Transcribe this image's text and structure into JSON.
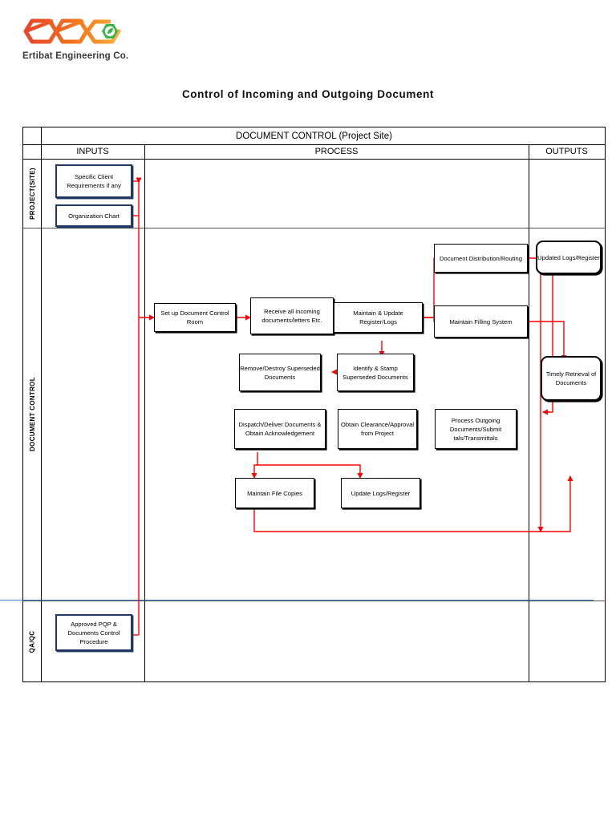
{
  "brand": {
    "company_name": "Ertibat Engineering Co.",
    "logo_colors": {
      "red": "#e8452a",
      "orange": "#f5821f",
      "amber": "#fbb040",
      "green": "#3ab54a"
    }
  },
  "page": {
    "title": "Control of Incoming and Outgoing Document"
  },
  "table": {
    "banner": "DOCUMENT CONTROL (Project Site)",
    "columns": [
      "INPUTS",
      "PROCESS",
      "OUTPUTS"
    ],
    "lanes": [
      "PROJECT(SITE)",
      "DOCUMENT CONTROL",
      "QA/QC"
    ]
  },
  "nodes": {
    "inputs": [
      {
        "id": "specific-client-requirements",
        "label": "Specific Client Requirements if any"
      },
      {
        "id": "organization-chart",
        "label": "Organization Chart"
      },
      {
        "id": "approved-pqp",
        "label": "Approved PQP & Documents Control Procedure"
      }
    ],
    "process": [
      {
        "id": "set-up-document-control-room",
        "label": "Set up Document Control Room"
      },
      {
        "id": "receive-all-incoming-documents",
        "label": "Receive all incoming documents/letters Etc."
      },
      {
        "id": "maintain-update-register-logs",
        "label": "Maintain & Update Register/Logs"
      },
      {
        "id": "document-distribution-routing",
        "label": "Document Distribution/Routing"
      },
      {
        "id": "maintain-filling-system",
        "label": "Maintain Filling System"
      },
      {
        "id": "identify-stamp-superseded",
        "label": "Identify & Stamp Superseded Documents"
      },
      {
        "id": "remove-destroy-superseded",
        "label": "Remove/Destroy Superseded Documents"
      },
      {
        "id": "process-outgoing-documents",
        "label": "Process Outgoing Documents/Submit tals/Transmittals"
      },
      {
        "id": "obtain-clearance-approval",
        "label": "Obtain Clearance/Approval from Project"
      },
      {
        "id": "dispatch-deliver-documents",
        "label": "Dispatch/Deliver Documents & Obtain Acknowledgement"
      },
      {
        "id": "maintain-file-copies",
        "label": "Maintain File Copies"
      },
      {
        "id": "update-logs-register",
        "label": "Update Logs/Register"
      }
    ],
    "outputs": [
      {
        "id": "updated-logs-register",
        "label": "Updated Logs/Register"
      },
      {
        "id": "timely-retrieval-of-documents",
        "label": "Timely Retrieval of Documents"
      }
    ]
  },
  "colors": {
    "connector": "#ff0000",
    "input_border": "#1f3864",
    "process_border": "#000000",
    "separator": "#4a7ebb"
  }
}
